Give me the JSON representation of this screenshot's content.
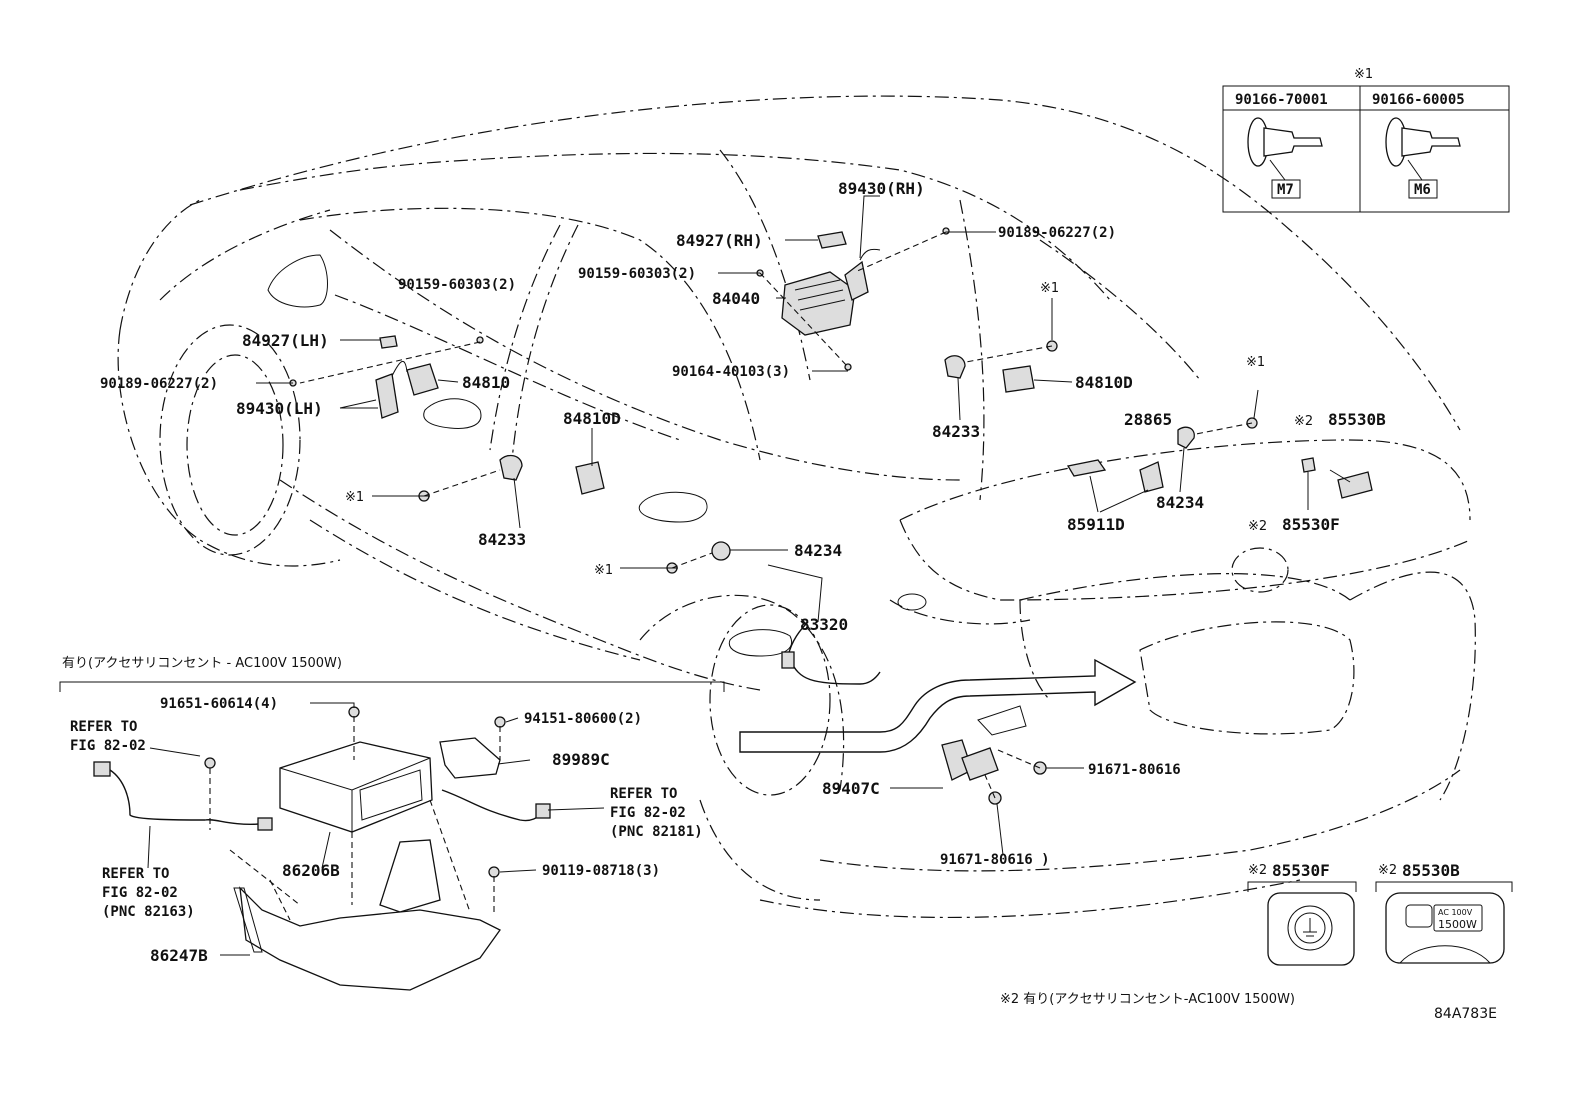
{
  "diagram": {
    "code": "84A783E",
    "labels": {
      "p89430rh": "89430(RH)",
      "p84927rh": "84927(RH)",
      "p9018906227_rh": "90189-06227(2)",
      "p9015960303_rh": "90159-60303(2)",
      "p84040": "84040",
      "p9015960303_lh": "90159-60303(2)",
      "p84927lh": "84927(LH)",
      "p9018906227_lh": "90189-06227(2)",
      "p84810": "84810",
      "p89430lh": "89430(LH)",
      "p9016440103": "90164-40103(3)",
      "p84810d_mid": "84810D",
      "p84810d_right": "84810D",
      "p84233_right": "84233",
      "p84233_left": "84233",
      "p28865": "28865",
      "p84234_right": "84234",
      "p85911d": "85911D",
      "p85530b": "85530B",
      "p85530f": "85530F",
      "p84234_mid": "84234",
      "p83320": "83320",
      "p89407c": "89407C",
      "p9167180616_a": "91671-80616",
      "p9167180616_b": "91671-80616 )",
      "p9165160614": "91651-60614(4)",
      "p9415180600": "94151-80600(2)",
      "p89989c": "89989C",
      "p86206b": "86206B",
      "p9011908718": "90119-08718(3)",
      "p86247b": "86247B"
    },
    "marks": {
      "m1_a": "※1",
      "m1_b": "※1",
      "m1_c": "※1",
      "m1_d": "※1",
      "m1_e": "※1",
      "m2_a": "※2",
      "m2_b": "※2"
    },
    "refer": {
      "r1_line1": "REFER TO",
      "r1_line2": "FIG 82-02",
      "r2_line1": "REFER TO",
      "r2_line2": "FIG 82-02",
      "r2_line3": "(PNC 82163)",
      "r3_line1": "REFER TO",
      "r3_line2": "FIG 82-02",
      "r3_line3": "(PNC 82181)"
    },
    "inset_note": "有り(アクセサリコンセント - AC100V 1500W)",
    "bottom_note": "※2 有り(アクセサリコンセント-AC100V  1500W)"
  },
  "bolt_table": {
    "title": "※1",
    "columns": [
      "90166-70001",
      "90166-60005"
    ],
    "sizes": [
      "M7",
      "M6"
    ]
  },
  "outlet_boxes": [
    {
      "mark": "※2",
      "part": "85530F"
    },
    {
      "mark": "※2",
      "part": "85530B",
      "plate_line1": "AC 100V",
      "plate_line2": "1500W"
    }
  ]
}
